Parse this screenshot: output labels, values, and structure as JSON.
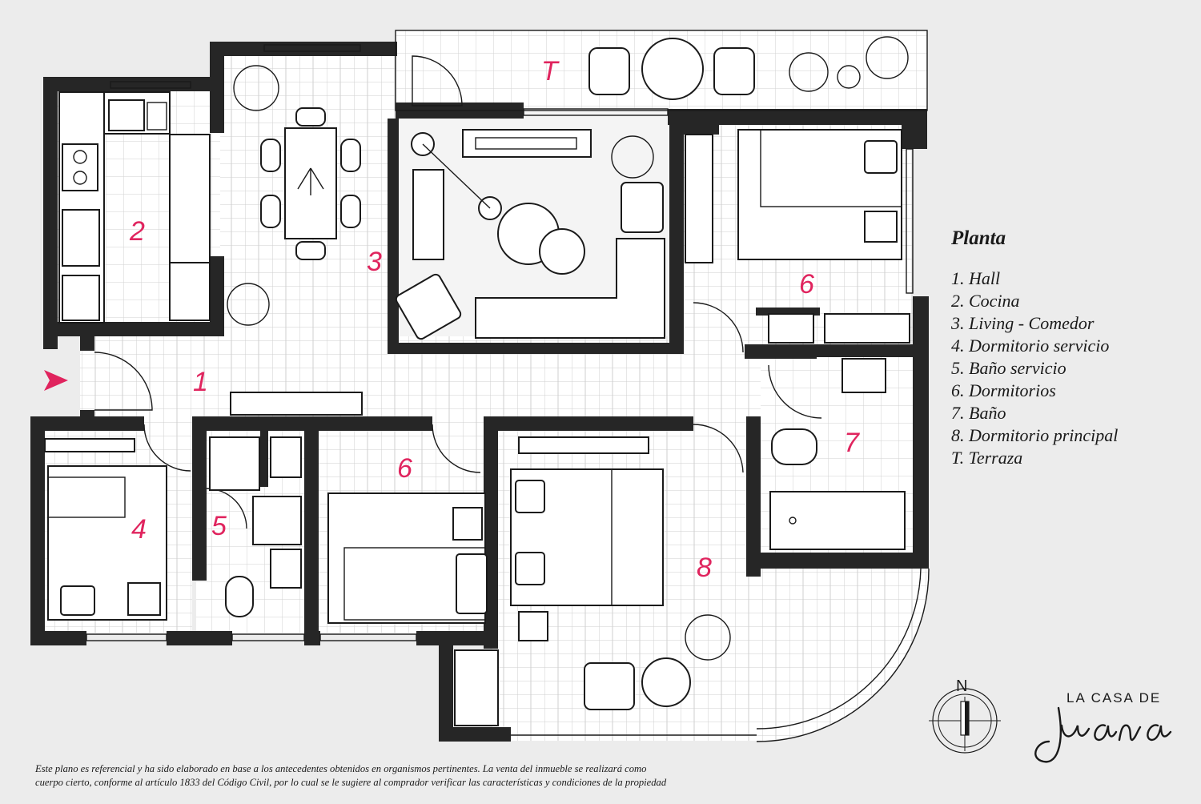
{
  "rooms": [
    {
      "number": "1"
    },
    {
      "number": "2"
    },
    {
      "number": "3"
    },
    {
      "number": "4"
    },
    {
      "number": "5"
    },
    {
      "number": "6"
    },
    {
      "number": "6"
    },
    {
      "number": "7"
    },
    {
      "number": "8"
    },
    {
      "number": "T"
    }
  ],
  "legend": {
    "title": "Planta",
    "items": [
      "1.  Hall",
      "2.  Cocina",
      "3.  Living - Comedor",
      "4.  Dormitorio servicio",
      "5.  Baño servicio",
      "6.  Dormitorios",
      "7.  Baño",
      "8.  Dormitorio principal",
      "T. Terraza"
    ]
  },
  "compass": {
    "label": "N"
  },
  "brand": {
    "line1": "LA CASA DE",
    "line2": "Juana"
  },
  "disclaimer": {
    "line1": "Este plano es referencial y ha sido elaborado en base a los antecedentes obtenidos en organismos pertinentes.  La venta del inmueble se realizará como",
    "line2": "cuerpo cierto, conforme al artículo 1833 del Código Civil, por lo cual se le sugiere al comprador verificar las características y condiciones de la propiedad"
  },
  "colors": {
    "accent": "#e0245e",
    "wall": "#262626",
    "background": "#ececec"
  }
}
